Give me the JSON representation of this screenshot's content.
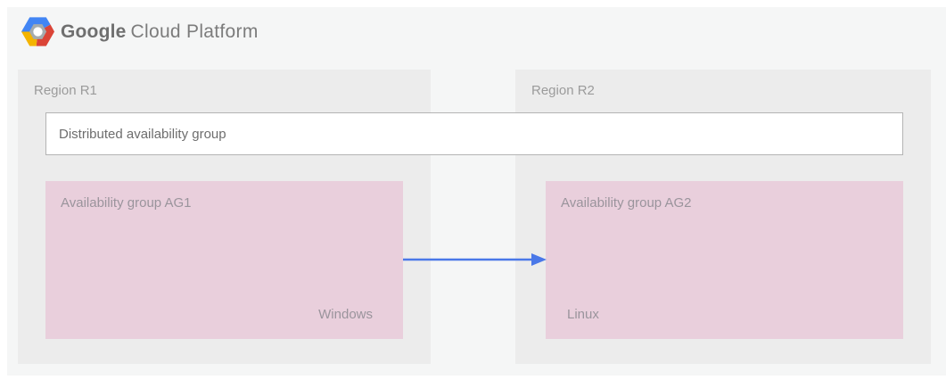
{
  "header": {
    "brand": {
      "google": "Google",
      "suffix": "Cloud Platform"
    }
  },
  "distributed_group": {
    "label": "Distributed availability group"
  },
  "regions": [
    {
      "label": "Region R1",
      "group": {
        "label": "Availability group AG1",
        "os": "Windows"
      }
    },
    {
      "label": "Region R2",
      "group": {
        "label": "Availability group AG2",
        "os": "Linux"
      }
    }
  ],
  "arrow": {
    "direction": "left-to-right"
  },
  "colors": {
    "canvas-bg": "#f5f6f6",
    "region-bg": "#ececec",
    "group-bg": "#e9cfdc",
    "dag-border": "#b4b4b4",
    "dag-label": "#6d6d6d",
    "region-label": "#9b9b9b",
    "group-label": "#9a949c",
    "arrow-blue": "#4a78e8",
    "brand-text": "#6f6f6f",
    "logo-blue": "#4285f4",
    "logo-red": "#db4437",
    "logo-yellow": "#f4b400",
    "logo-gray": "#a5abae"
  }
}
